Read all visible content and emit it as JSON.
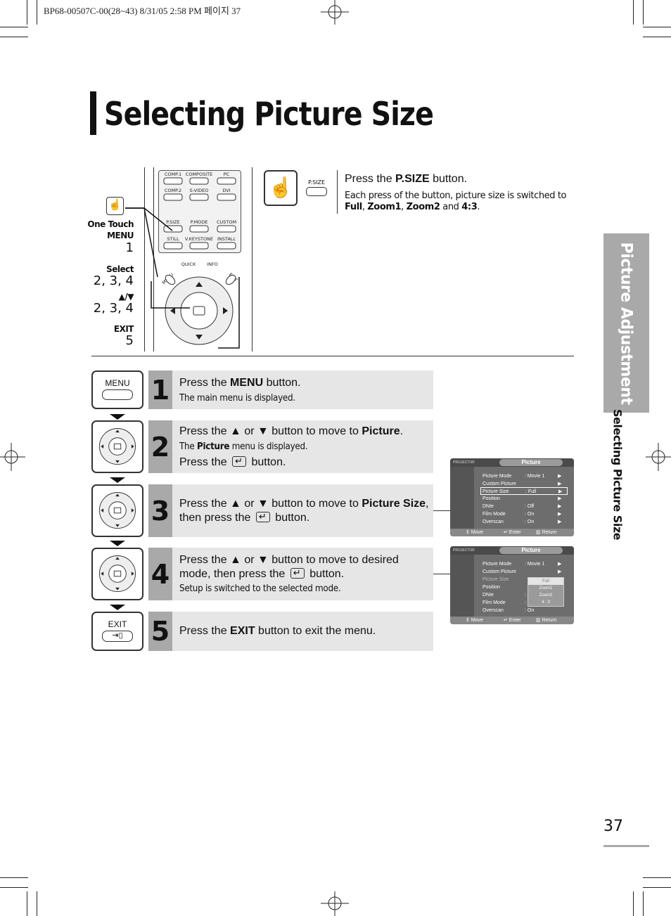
{
  "header_line": "BP68-00507C-00(28~43)  8/31/05  2:58 PM 페이지 37",
  "title": "Selecting Picture Size",
  "side_tab": {
    "section": "Picture Adjustment",
    "subsection": "Selecting Picture Size"
  },
  "remote": {
    "buttons_top": [
      "COMP.1",
      "COMPOSITE",
      "PC",
      "COMP.2",
      "S-VIDEO",
      "DVI",
      "P.SIZE",
      "P.MODE",
      "CUSTOM",
      "STILL",
      "V.KEYSTONE",
      "INSTALL"
    ],
    "ring_labels": [
      "MENU",
      "QUICK",
      "INFO",
      "EXIT"
    ],
    "labels": [
      {
        "text": "One Touch",
        "num": ""
      },
      {
        "text": "MENU",
        "num": "1"
      },
      {
        "text": "Select",
        "num": "2, 3, 4"
      },
      {
        "text": "▲/▼",
        "num": "2, 3, 4"
      },
      {
        "text": "EXIT",
        "num": "5"
      }
    ]
  },
  "psize": {
    "icon_label": "P.SIZE",
    "heading_pre": "Press the ",
    "heading_bold": "P.SIZE",
    "heading_post": " button.",
    "desc_pre": "Each press of the button, picture size is switched to ",
    "desc_full": "Full",
    "desc_comma1": ", ",
    "desc_zoom1": "Zoom1",
    "desc_comma2": ", ",
    "desc_zoom2": "Zoom2",
    "desc_and": " and ",
    "desc_43": "4:3",
    "desc_end": "."
  },
  "steps": [
    {
      "num": "1",
      "icon": "MENU",
      "l1_pre": "Press the ",
      "l1_bold": "MENU",
      "l1_post": " button.",
      "small": "The main menu is displayed."
    },
    {
      "num": "2",
      "l1_pre": "Press the ▲ or ▼ button to move to ",
      "l1_bold": "Picture",
      "l1_post": ".",
      "small_pre": "The ",
      "small_bold": "Picture",
      "small_post": " menu is displayed.",
      "l2_pre": "Press the ",
      "l2_post": " button."
    },
    {
      "num": "3",
      "l1_pre": "Press the ▲ or ▼ button to move to ",
      "l1_bold": "Picture Size",
      "l1_post": ",",
      "l2_pre": "then press the ",
      "l2_post": " button."
    },
    {
      "num": "4",
      "l1": "Press the ▲ or ▼ button to move to desired",
      "l2_pre": "mode, then press the ",
      "l2_post": " button.",
      "small": "Setup is switched to the selected mode."
    },
    {
      "num": "5",
      "icon": "EXIT",
      "l1_pre": "Press the ",
      "l1_bold": "EXIT",
      "l1_post": " button to exit the menu."
    }
  ],
  "osd1": {
    "brand": "PROJECTOR",
    "title": "Picture",
    "rows": [
      {
        "label": "Picture Mode",
        "value": ": Movie 1",
        "arrow": "▶"
      },
      {
        "label": "Custom Picture",
        "value": "",
        "arrow": "▶"
      },
      {
        "label": "Picture Size",
        "value": ": Full",
        "arrow": "▶"
      },
      {
        "label": "Position",
        "value": "",
        "arrow": "▶"
      },
      {
        "label": "DNIe",
        "value": ": Off",
        "arrow": "▶"
      },
      {
        "label": "Film Mode",
        "value": ": On",
        "arrow": "▶"
      },
      {
        "label": "Overscan",
        "value": ": On",
        "arrow": "▶"
      }
    ],
    "footer": {
      "move": "Move",
      "enter": "Enter",
      "ret": "Return"
    }
  },
  "osd2": {
    "brand": "PROJECTOR",
    "title": "Picture",
    "rows": [
      {
        "label": "Picture Mode",
        "value": ": Movie 1",
        "arrow": "▶"
      },
      {
        "label": "Custom Picture",
        "value": "",
        "arrow": "▶"
      },
      {
        "label": "Picture Size",
        "value": "",
        "arrow": ""
      },
      {
        "label": "Position",
        "value": "",
        "arrow": ""
      },
      {
        "label": "DNIe",
        "value": ":",
        "arrow": ""
      },
      {
        "label": "Film Mode",
        "value": ":",
        "arrow": ""
      },
      {
        "label": "Overscan",
        "value": ": On",
        "arrow": ""
      }
    ],
    "options": [
      "Full",
      "Zoom1",
      "Zoom2",
      "4 : 3"
    ],
    "footer": {
      "move": "Move",
      "enter": "Enter",
      "ret": "Return"
    }
  },
  "page_number": "37"
}
